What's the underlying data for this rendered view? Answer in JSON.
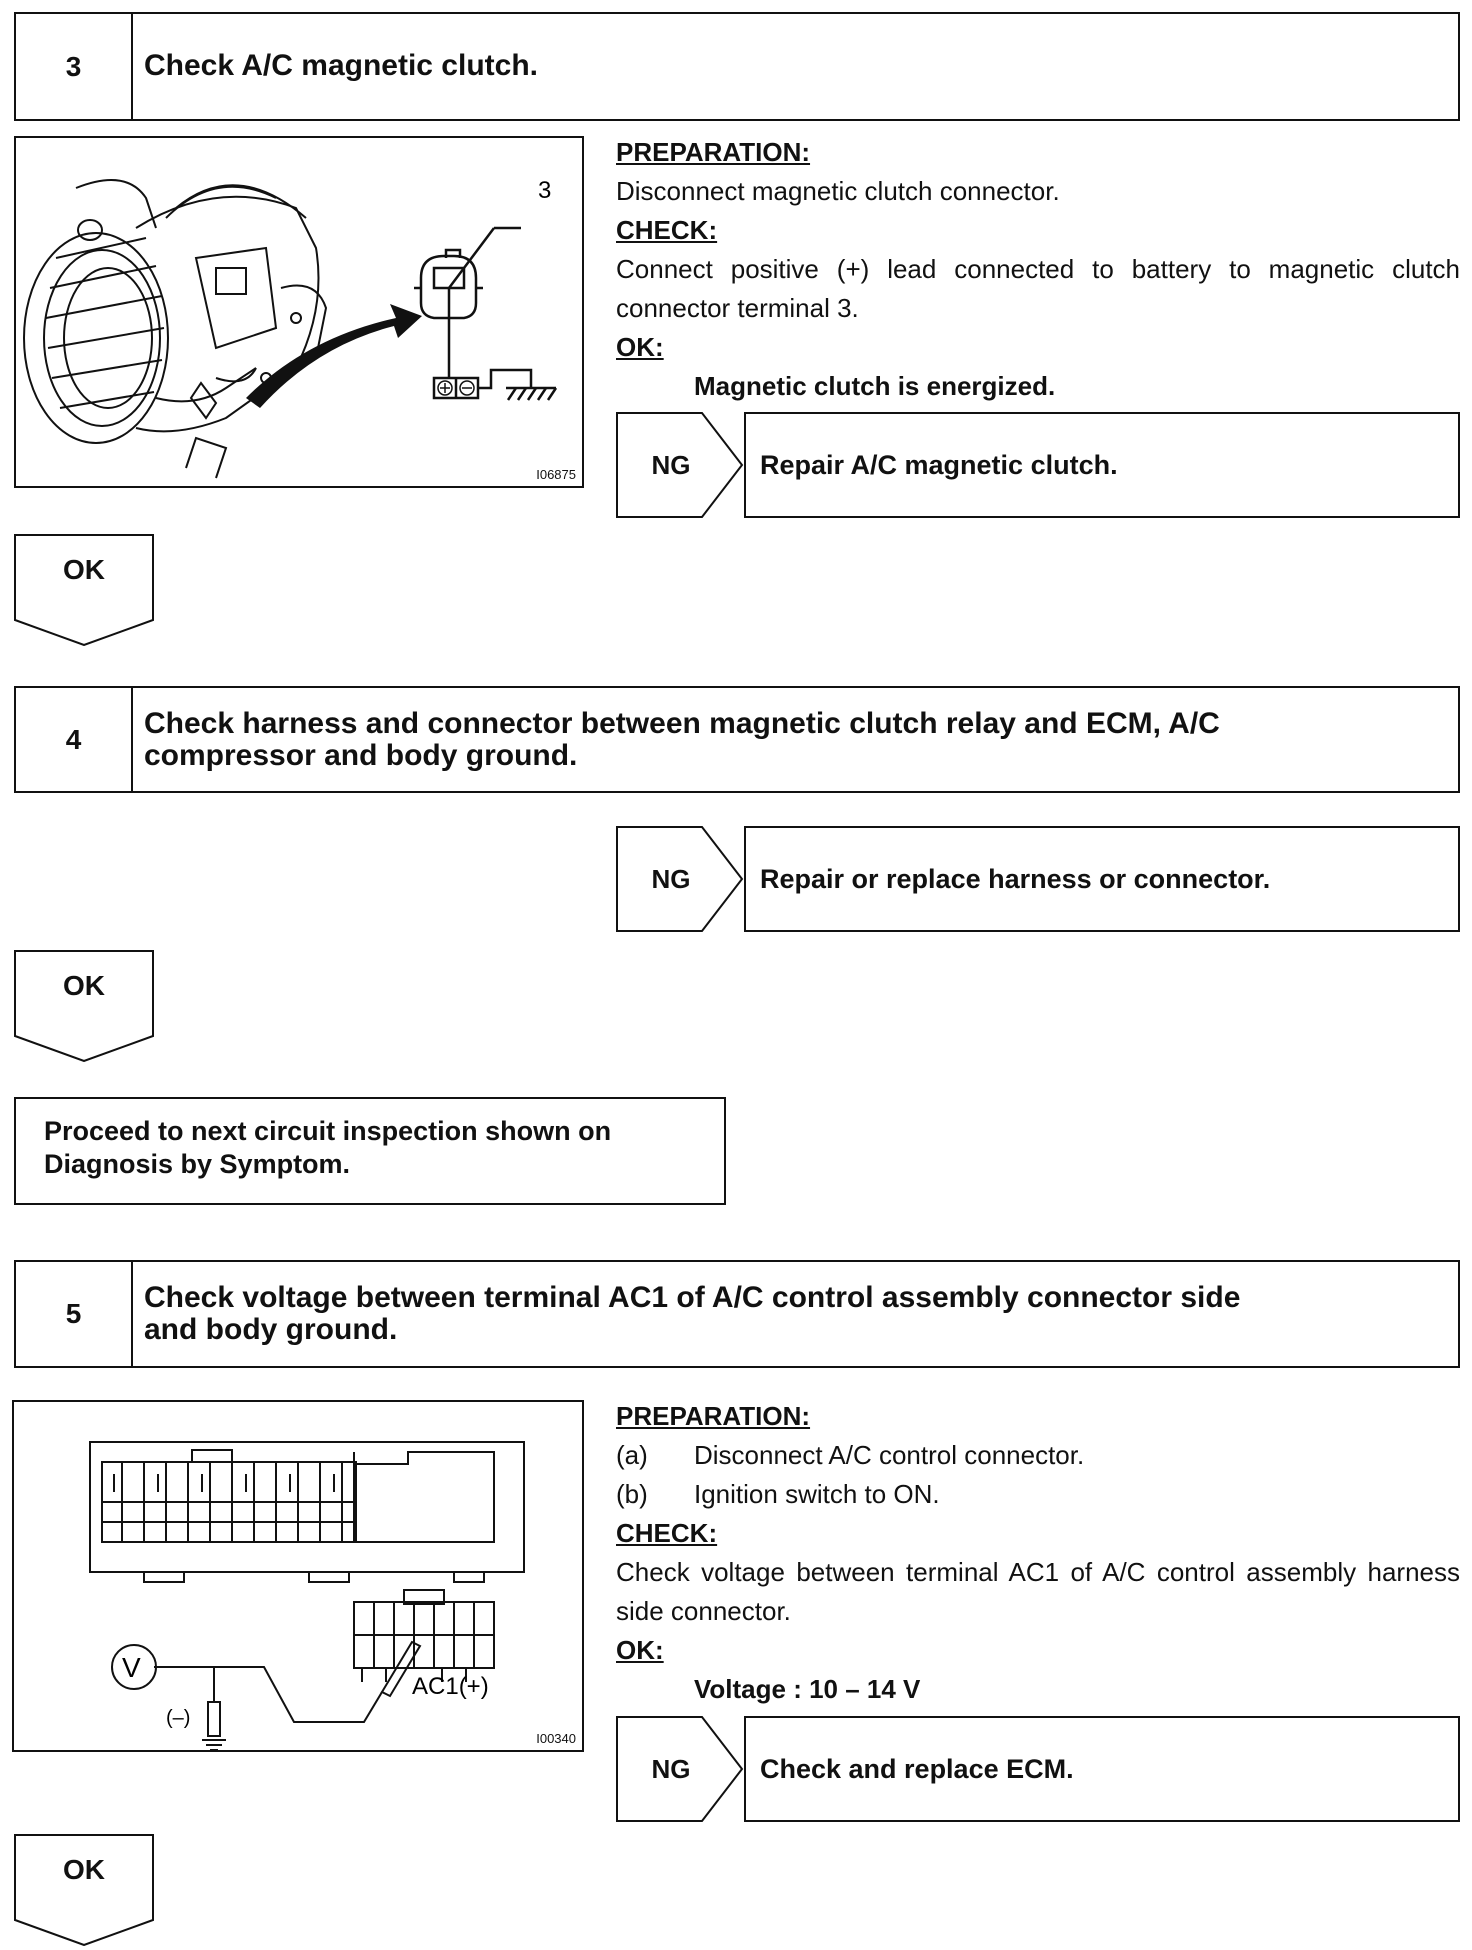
{
  "steps": [
    {
      "number": "3",
      "title": "Check A/C magnetic clutch.",
      "figure": {
        "code": "I06875",
        "callout": "3"
      },
      "preparation_label": "PREPARATION:",
      "preparation": [
        "Disconnect magnetic clutch connector."
      ],
      "check_label": "CHECK:",
      "check": "Connect positive (+) lead connected to battery to magnetic clutch connector terminal 3.",
      "ok_label": "OK:",
      "ok_result": "Magnetic clutch is energized.",
      "ng_label": "NG",
      "ng_action": "Repair A/C magnetic clutch.",
      "ok_arrow": "OK"
    },
    {
      "number": "4",
      "title_line1": "Check harness and connector between magnetic clutch relay and ECM, A/C",
      "title_line2": "compressor and body ground.",
      "ng_label": "NG",
      "ng_action": "Repair or replace harness or connector.",
      "ok_arrow": "OK",
      "proceed_line1": "Proceed to next circuit inspection shown on",
      "proceed_line2": "Diagnosis by Symptom."
    },
    {
      "number": "5",
      "title_line1": "Check voltage between terminal AC1 of A/C control assembly connector side",
      "title_line2": "and body ground.",
      "figure": {
        "code": "I00340",
        "meter": "V",
        "negative": "(–)",
        "terminal": "AC1(+)"
      },
      "preparation_label": "PREPARATION:",
      "preparation": [
        {
          "mark": "(a)",
          "text": "Disconnect A/C control connector."
        },
        {
          "mark": "(b)",
          "text": "Ignition switch to ON."
        }
      ],
      "check_label": "CHECK:",
      "check": "Check voltage between terminal AC1 of A/C control assembly harness side connector.",
      "ok_label": "OK:",
      "ok_result": "Voltage : 10 – 14 V",
      "ng_label": "NG",
      "ng_action": "Check and replace ECM.",
      "ok_arrow": "OK"
    }
  ]
}
